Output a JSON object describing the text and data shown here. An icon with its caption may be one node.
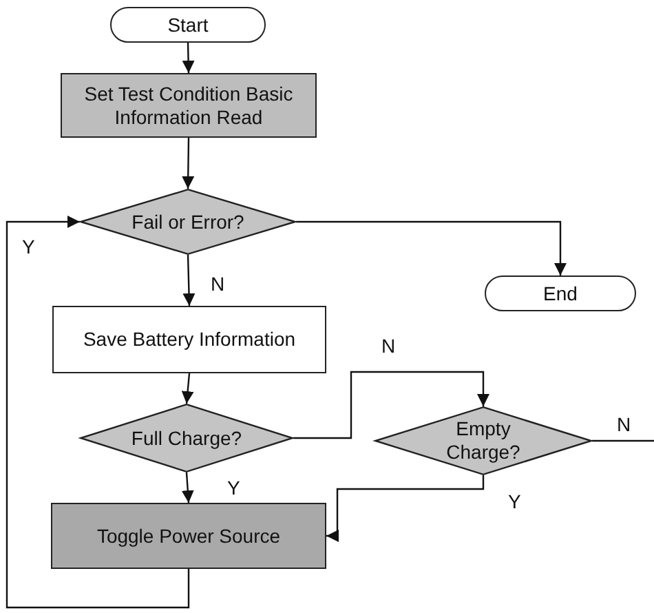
{
  "diagram": {
    "nodes": [
      {
        "text": [
          "Start"
        ]
      },
      {
        "text": [
          "Set Test Condition Basic Information Read"
        ]
      },
      {
        "text": [
          "Fail or Error?"
        ]
      },
      {
        "text": [
          "End"
        ]
      },
      {
        "text": [
          "Save Battery Information"
        ]
      },
      {
        "text": [
          "Full Charge?"
        ]
      },
      {
        "text": [
          "Empty Charge?"
        ]
      },
      {
        "text": [
          "Toggle Power Source"
        ]
      }
    ],
    "edges": [
      {
        "from": 0,
        "to": 1,
        "arrow": "to"
      },
      {
        "from": 1,
        "to": 2,
        "arrow": "to"
      },
      {
        "from": 2,
        "to": 3,
        "arrow": "to"
      },
      {
        "from": 2,
        "to": 4,
        "arrow": "to",
        "label": "N"
      },
      {
        "from": 4,
        "to": 5,
        "arrow": "to"
      },
      {
        "from": 5,
        "to": 6,
        "arrow": "to",
        "label": "N"
      },
      {
        "from": 6,
        "to": null,
        "arrow": "none",
        "label": "N"
      },
      {
        "from": 5,
        "to": 7,
        "arrow": "to",
        "label": "Y"
      },
      {
        "from": 6,
        "to": 7,
        "arrow": "to",
        "label": "Y"
      },
      {
        "from": 7,
        "to": 2,
        "arrow": "to",
        "label": "Y"
      }
    ]
  }
}
